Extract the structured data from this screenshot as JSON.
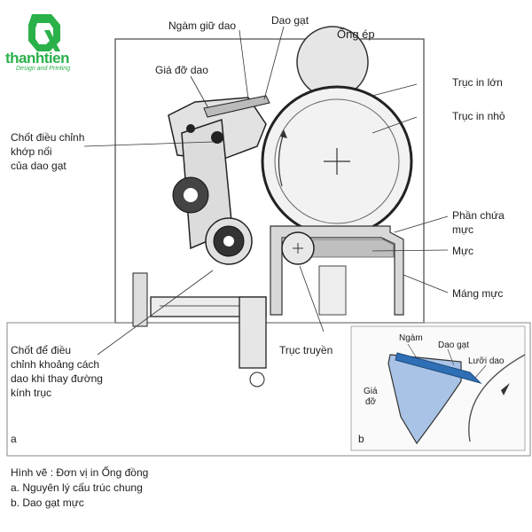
{
  "brand": {
    "name": "thanhtien",
    "tagline": "Design and Printing",
    "color": "#2bb14a"
  },
  "main_diagram": {
    "panel_label": "a",
    "labels": {
      "blade_holder": "Ngàm giữ dao",
      "doctor_blade": "Dao gạt",
      "impression_cylinder": "Ống ép",
      "blade_support": "Giá đỡ dao",
      "large_cylinder": "Trục in lớn",
      "small_cylinder": "Trục in nhỏ",
      "joint_pin_line1": "Chốt điều chỉnh",
      "joint_pin_line2": "khớp nối",
      "joint_pin_line3": "của dao gạt",
      "ink_section_line1": "Phần chứa",
      "ink_section_line2": "mực",
      "ink": "Mực",
      "ink_tray": "Máng mực",
      "transfer_roller": "Trục truyền",
      "distance_pin_line1": "Chốt để điều",
      "distance_pin_line2": "chỉnh khoảng cách",
      "distance_pin_line3": "dao khi thay đường",
      "distance_pin_line4": "kính trục"
    }
  },
  "inset_diagram": {
    "panel_label": "b",
    "labels": {
      "clamp": "Ngàm",
      "doctor_blade": "Dao gạt",
      "blade_edge": "Lưỡi dao",
      "support_line1": "Giá",
      "support_line2": "đỡ"
    },
    "support_color": "#a9c3e6",
    "blade_color": "#2e6fb6"
  },
  "caption": {
    "line1": "Hình vẽ : Đơn vị in Ống đồng",
    "line2": "a. Nguyên lý cấu trúc chung",
    "line3": "b. Dao gạt mực"
  }
}
